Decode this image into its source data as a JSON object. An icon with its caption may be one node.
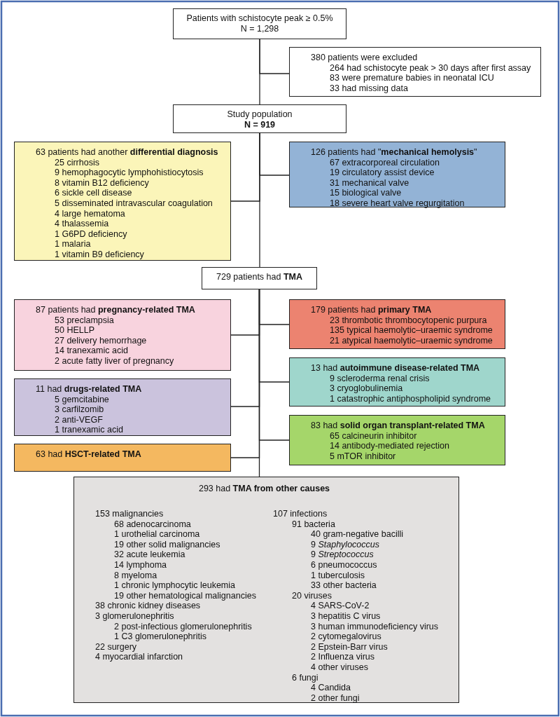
{
  "diagram": {
    "nodes": [
      {
        "text": [
          "Patients with schistocyte peak ≥ 0.5%",
          "N = 1,298"
        ]
      },
      {
        "text": [
          "380 patients were excluded",
          "264 had schistocyte peak > 30 days after first assay",
          "83 were premature babies in neonatal ICU",
          "33 had missing data"
        ]
      },
      {
        "text": [
          "Study population",
          "N = 919"
        ]
      },
      {
        "text": [
          "63 patients had another **differential diagnosis**",
          "25 cirrhosis",
          "9 hemophagocytic lymphohistiocytosis",
          "8 vitamin B12 deficiency",
          "6 sickle cell disease",
          "5 disseminated intravascular coagulation",
          "4 large hematoma",
          "4 thalassemia",
          "1 G6PD deficiency",
          "1 malaria",
          "1 vitamin B9 deficiency"
        ]
      },
      {
        "text": [
          "126 patients had \"**mechanical hemolysis**\"",
          "67 extracorporeal circulation",
          "19 circulatory assist device",
          "31 mechanical valve",
          "15 biological valve",
          "18 severe heart valve regurgitation"
        ]
      },
      {
        "text": [
          "729 patients had **TMA**"
        ]
      },
      {
        "text": [
          "87 patients had **pregnancy-related TMA**",
          "53 preclampsia",
          "50 HELLP",
          "27 delivery hemorrhage",
          "14 tranexamic acid",
          "2 acute fatty liver of pregnancy"
        ]
      },
      {
        "text": [
          "179 patients had **primary TMA**",
          "23 thrombotic thrombocytopenic purpura",
          "135 typical haemolytic–uraemic syndrome",
          "21 atypical haemolytic–uraemic syndrome"
        ]
      },
      {
        "text": [
          "11 had **drugs-related TMA**",
          "5 gemcitabine",
          "3 carfilzomib",
          "2 anti-VEGF",
          "1 tranexamic acid"
        ]
      },
      {
        "text": [
          "13 had **autoimmune disease-related TMA**",
          "9 scleroderma renal crisis",
          "3 cryoglobulinemia",
          "1 catastrophic antiphospholipid syndrome"
        ]
      },
      {
        "text": [
          "63 had **HSCT-related TMA**"
        ]
      },
      {
        "text": [
          "83 had **solid organ transplant-related TMA**",
          "65 calcineurin inhibitor",
          "14 antibody-mediated rejection",
          "5 mTOR inhibitor"
        ]
      },
      {
        "text": [
          "293 had **TMA from other causes**",
          "153 malignancies",
          "68 adenocarcinoma",
          "1 urothelial carcinoma",
          "19 other solid malignancies",
          "32 acute leukemia",
          "14 lymphoma",
          "8 myeloma",
          "1 chronic lymphocytic leukemia",
          "19 other hematological malignancies",
          "38 chronic kidney diseases",
          "3 glomerulonephritis",
          "2 post-infectious glomerulonephritis",
          "1 C3 glomerulonephritis",
          "22 surgery",
          "4 myocardial infarction",
          "107 infections",
          "91 bacteria",
          "40 gram-negative bacilli",
          "9 *Staphylococcus*",
          "9 *Streptococcus*",
          "6 pneumococcus",
          "1 tuberculosis",
          "33 other bacteria",
          "20 viruses",
          "4 SARS-CoV-2",
          "3 hepatitis C virus",
          "3 human immunodeficiency virus",
          "2 cytomegalovirus",
          "2 Epstein-Barr virus",
          "2 Influenza virus",
          "4 other viruses",
          "6 fungi",
          "4 Candida",
          "2 other fungi"
        ]
      }
    ],
    "edges": [
      {
        "from": 0,
        "to": 1,
        "arrow": "none"
      },
      {
        "from": 0,
        "to": 2,
        "arrow": "none"
      },
      {
        "from": 2,
        "to": 3,
        "arrow": "none"
      },
      {
        "from": 2,
        "to": 4,
        "arrow": "none"
      },
      {
        "from": 2,
        "to": 5,
        "arrow": "none"
      },
      {
        "from": 5,
        "to": 6,
        "arrow": "none"
      },
      {
        "from": 5,
        "to": 7,
        "arrow": "none"
      },
      {
        "from": 5,
        "to": 8,
        "arrow": "none"
      },
      {
        "from": 5,
        "to": 9,
        "arrow": "none"
      },
      {
        "from": 5,
        "to": 10,
        "arrow": "none"
      },
      {
        "from": 5,
        "to": 11,
        "arrow": "none"
      },
      {
        "from": 5,
        "to": 12,
        "arrow": "none"
      }
    ]
  }
}
